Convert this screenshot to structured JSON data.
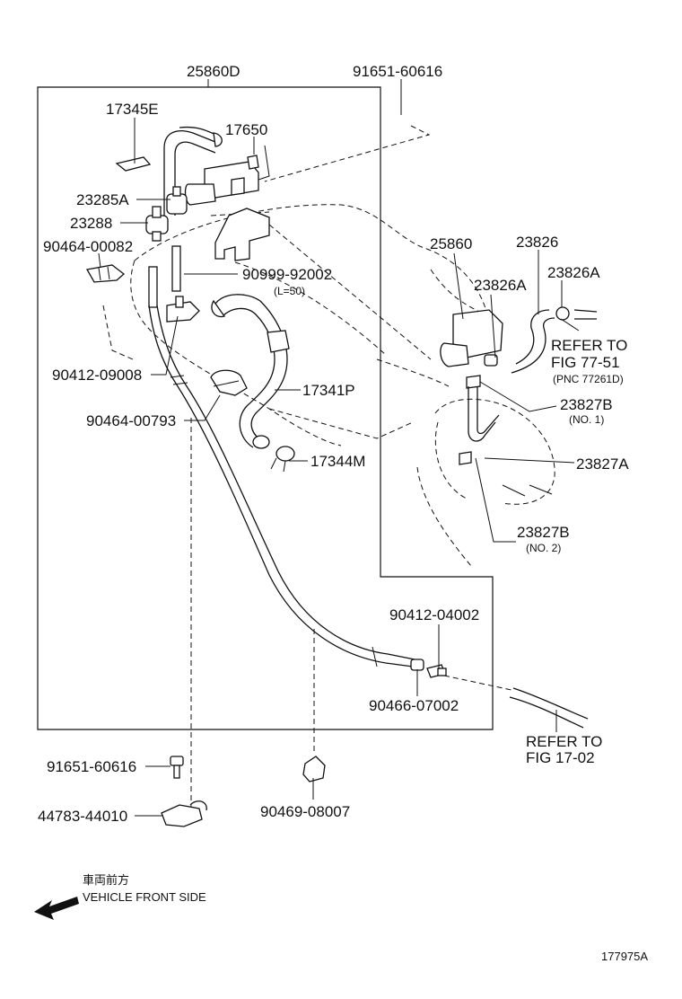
{
  "labels": {
    "p25860D": "25860D",
    "p91651_top": "91651-60616",
    "p17345E": "17345E",
    "p17650": "17650",
    "p23285A": "23285A",
    "p23288": "23288",
    "p90464_00082": "90464-00082",
    "p90999": "90999-92002",
    "p90999_note": "(L=50)",
    "p90412_09008": "90412-09008",
    "p90464_00793": "90464-00793",
    "p17341P": "17341P",
    "p17344M": "17344M",
    "p25860": "25860",
    "p23826": "23826",
    "p23826A_top": "23826A",
    "p23826A_mid": "23826A",
    "refer1_line1": "REFER TO",
    "refer1_line2": "FIG 77-51",
    "refer1_line3": "(PNC 77261D)",
    "p23827B_1": "23827B",
    "p23827B_1_note": "(NO. 1)",
    "p23827A": "23827A",
    "p23827B_2": "23827B",
    "p23827B_2_note": "(NO. 2)",
    "p90412_04002": "90412-04002",
    "p90466": "90466-07002",
    "refer2_line1": "REFER TO",
    "refer2_line2": "FIG 17-02",
    "p91651_bottom": "91651-60616",
    "p44783": "44783-44010",
    "p90469": "90469-08007",
    "jp_front": "車両前方",
    "front_side": "VEHICLE FRONT SIDE",
    "fig_number": "177975A"
  }
}
